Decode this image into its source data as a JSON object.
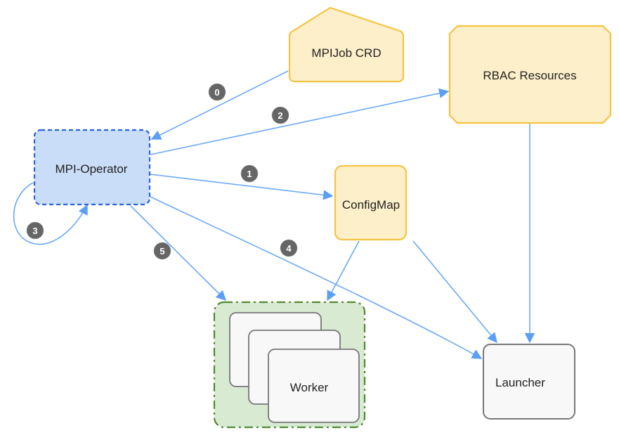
{
  "diagram": {
    "nodes": {
      "mpijob_crd": {
        "label": "MPIJob CRD"
      },
      "rbac": {
        "label": "RBAC Resources"
      },
      "operator": {
        "label": "MPI-Operator"
      },
      "configmap": {
        "label": "ConfigMap"
      },
      "worker": {
        "label": "Worker"
      },
      "launcher": {
        "label": "Launcher"
      }
    },
    "edges": [
      {
        "id": "e0",
        "from": "MPIJob CRD",
        "to": "MPI-Operator",
        "step": "0"
      },
      {
        "id": "e1",
        "from": "MPI-Operator",
        "to": "ConfigMap",
        "step": "1"
      },
      {
        "id": "e2",
        "from": "MPI-Operator",
        "to": "RBAC Resources",
        "step": "2"
      },
      {
        "id": "e3",
        "from": "MPI-Operator",
        "to": "MPI-Operator",
        "step": "3"
      },
      {
        "id": "e4",
        "from": "MPI-Operator",
        "to": "Launcher",
        "step": "4"
      },
      {
        "id": "e5",
        "from": "MPI-Operator",
        "to": "Worker",
        "step": "5"
      },
      {
        "id": "e6",
        "from": "ConfigMap",
        "to": "Worker",
        "step": ""
      },
      {
        "id": "e7",
        "from": "ConfigMap",
        "to": "Launcher",
        "step": ""
      },
      {
        "id": "e8",
        "from": "RBAC Resources",
        "to": "Launcher",
        "step": ""
      }
    ],
    "badges": [
      "0",
      "1",
      "2",
      "3",
      "4",
      "5"
    ],
    "colors": {
      "edge": "#6aa9f7",
      "yellow_fill": "#fdefc9",
      "yellow_stroke": "#f4c443",
      "operator_fill": "#c9dcf8",
      "operator_stroke": "#2b63d9",
      "worker_group_fill": "#d9ead3",
      "worker_group_stroke": "#4f8a2f",
      "pod_fill": "#f8f8f8",
      "pod_stroke": "#777777",
      "badge_fill": "#666666"
    }
  }
}
